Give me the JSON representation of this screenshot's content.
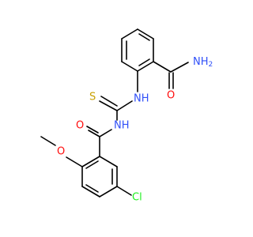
{
  "molecule": {
    "labels": {
      "amide_nh2": "NH",
      "amide_nh2_sub": "2",
      "amide_o": "O",
      "thiourea_nh_top": "NH",
      "thiourea_s": "S",
      "thiourea_nh_mid": "NH",
      "benzamide_o": "O",
      "methoxy_o": "O",
      "chloro": "Cl"
    },
    "colors": {
      "bond": "#000000",
      "nitrogen": "#3050F8",
      "oxygen": "#FF0D0D",
      "sulfur": "#C8A000",
      "chlorine": "#1FF01F",
      "carbon": "#000000"
    }
  }
}
